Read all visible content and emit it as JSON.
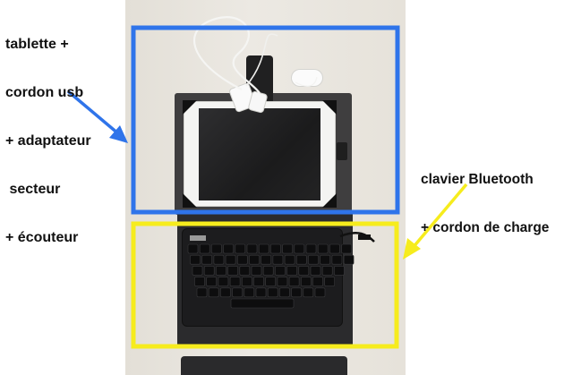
{
  "annotations": {
    "tablet_kit_label": [
      "tablette +",
      "cordon usb",
      "+ adaptateur",
      " secteur",
      "+ écouteur"
    ],
    "keyboard_kit_label": [
      "clavier Bluetooth",
      "+ cordon de charge"
    ]
  },
  "colors": {
    "tablet_box": "#2f74ea",
    "keyboard_box": "#f6ec1d",
    "blue_arrow": "#2f74ea",
    "yellow_arrow": "#f6ec1d",
    "case": "#2b2b2d",
    "tablet_body": "#f4f4f2"
  },
  "icons": [
    "blue-arrow-icon",
    "yellow-arrow-icon"
  ]
}
